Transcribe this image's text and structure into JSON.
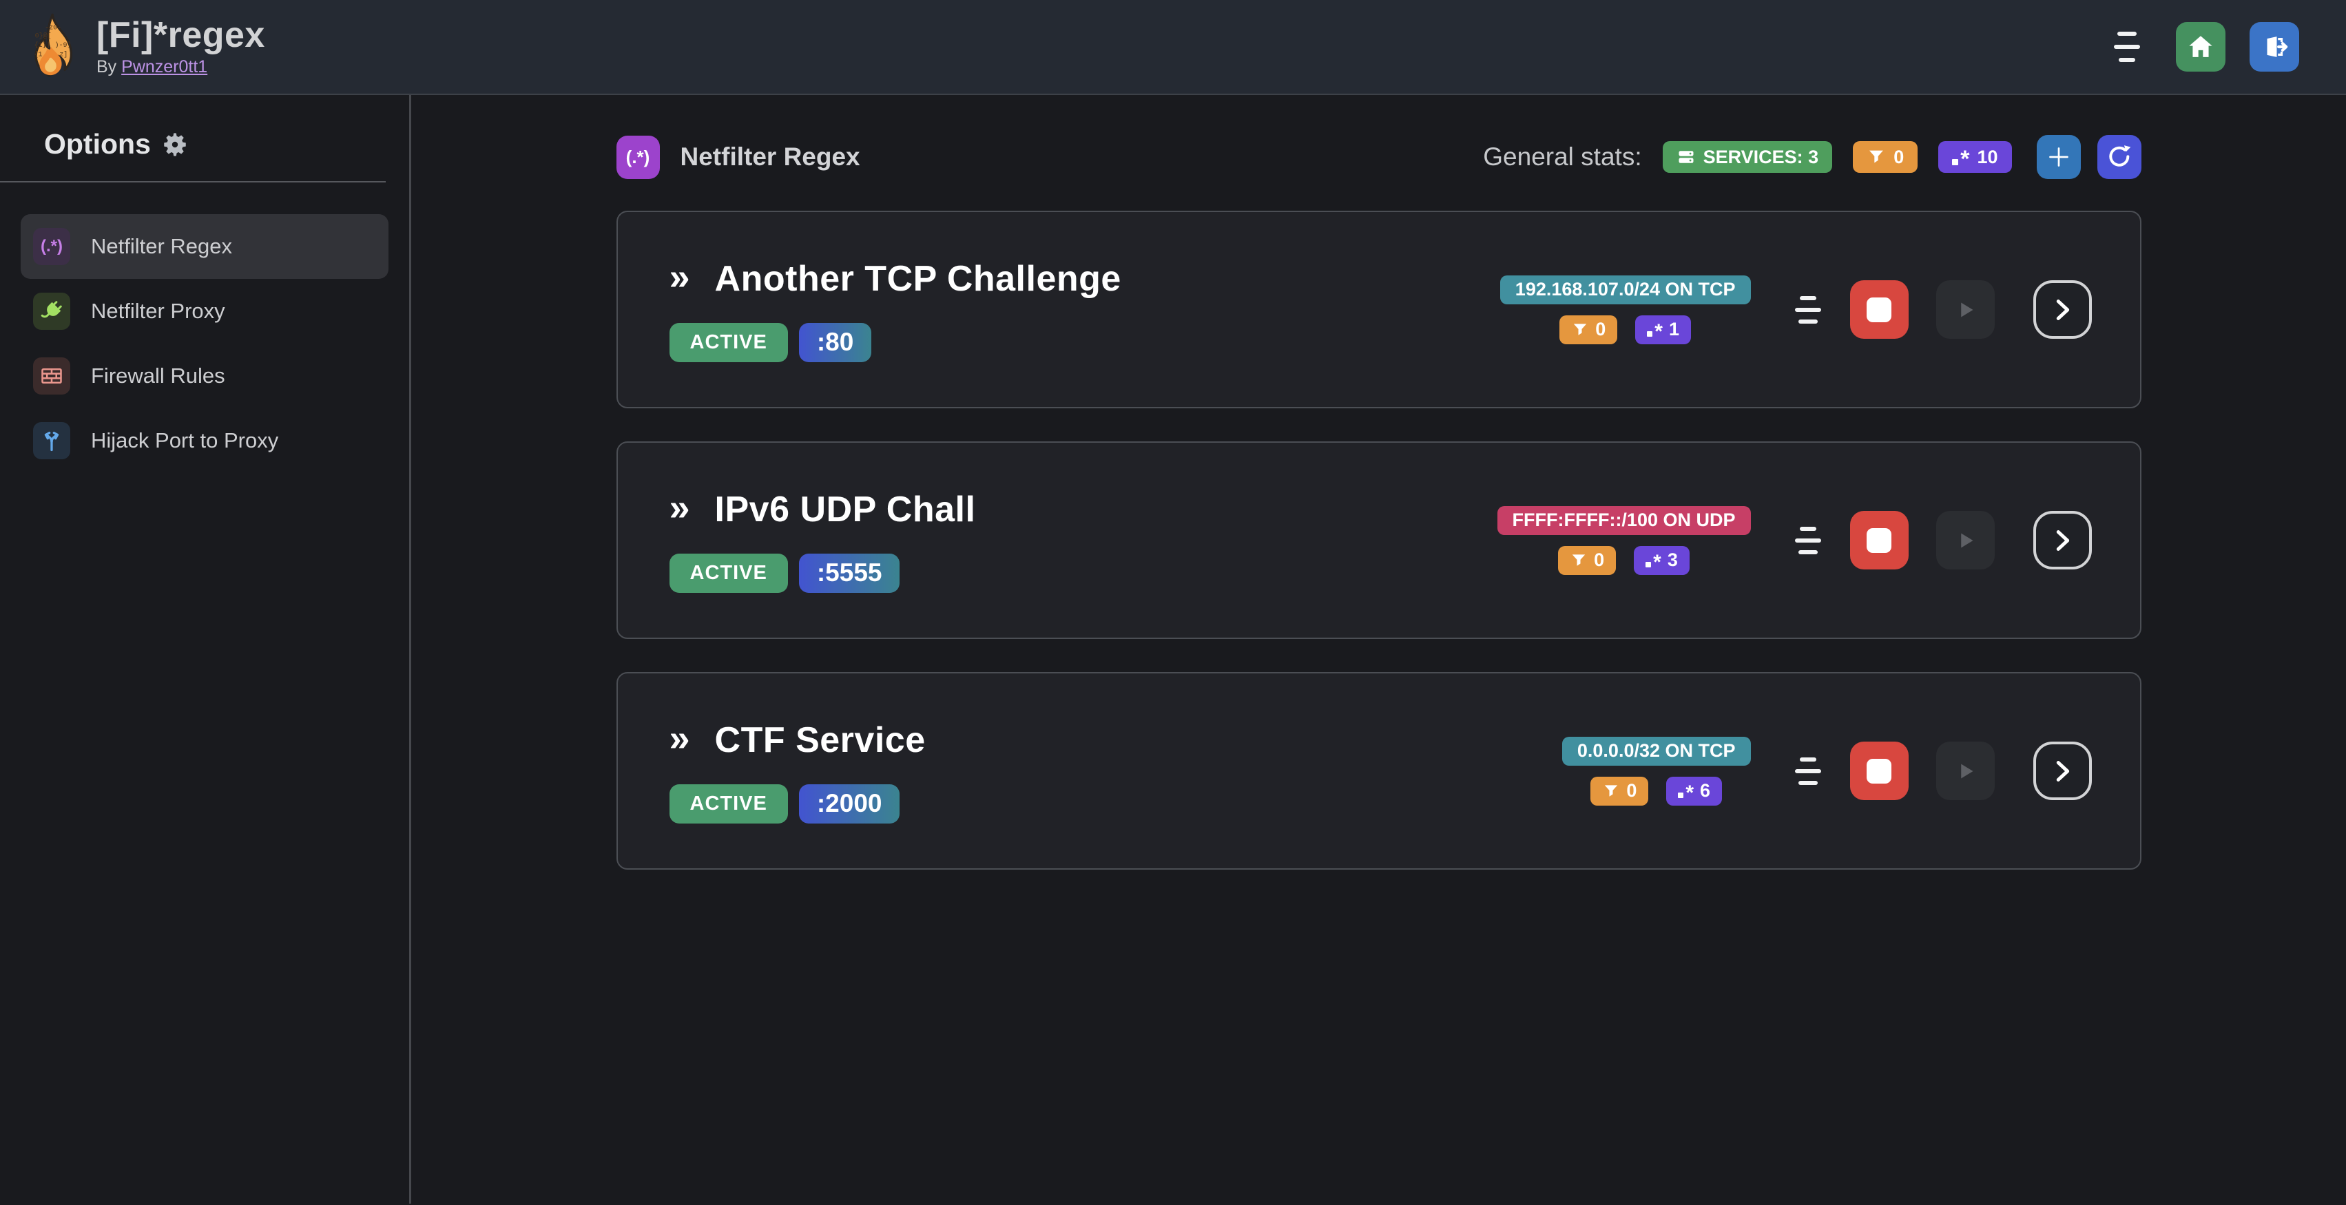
{
  "colors": {
    "topbar_bg": "#252a33",
    "page_bg": "#191a1e",
    "card_bg": "#212227",
    "card_border": "#4b4e54",
    "services_green": "#4f9e5d",
    "status_green": "#4a9c6e",
    "filter_orange": "#e5973e",
    "regex_purple": "#6a46d9",
    "target_teal": "#41909f",
    "target_crimson": "#c73f66",
    "stop_red": "#d8473f",
    "add_blue": "#3376b8",
    "refresh_indigo": "#4a53d7",
    "home_green": "#45915f",
    "logout_blue": "#3b74c7",
    "link_purple": "#bd93e6",
    "port_gradient_start": "#4254d0",
    "port_gradient_end": "#3b8490",
    "header_icon_purple": "#9c43cc"
  },
  "header": {
    "app_title": "[Fi]*regex",
    "byline_prefix": "By",
    "byline_link": "Pwnzer0tt1"
  },
  "sidebar": {
    "title": "Options",
    "items": [
      {
        "label": "Netfilter Regex",
        "icon": "regex-icon",
        "glyph": "(.*)",
        "selected": true
      },
      {
        "label": "Netfilter Proxy",
        "icon": "plug-icon",
        "selected": false
      },
      {
        "label": "Firewall Rules",
        "icon": "brick-wall-icon",
        "selected": false
      },
      {
        "label": "Hijack Port to Proxy",
        "icon": "split-arrows-icon",
        "selected": false
      }
    ]
  },
  "main": {
    "section_title": "Netfilter Regex",
    "section_icon_glyph": "(.*)",
    "card_glyph": "»",
    "stats_label": "General stats:",
    "stats": {
      "services": "SERVICES: 3",
      "filters": "0",
      "regexes": "10"
    },
    "services": [
      {
        "title": "Another TCP Challenge",
        "status": "ACTIVE",
        "port": ":80",
        "target": "192.168.107.0/24 ON TCP",
        "filters": "0",
        "regexes": "1"
      },
      {
        "title": "IPv6 UDP Chall",
        "status": "ACTIVE",
        "port": ":5555",
        "target": "FFFF:FFFF::/100 ON UDP",
        "filters": "0",
        "regexes": "3"
      },
      {
        "title": "CTF Service",
        "status": "ACTIVE",
        "port": ":2000",
        "target": "0.0.0.0/32 ON TCP",
        "filters": "0",
        "regexes": "6"
      }
    ]
  },
  "icons": {
    "star_glyph": "*"
  }
}
